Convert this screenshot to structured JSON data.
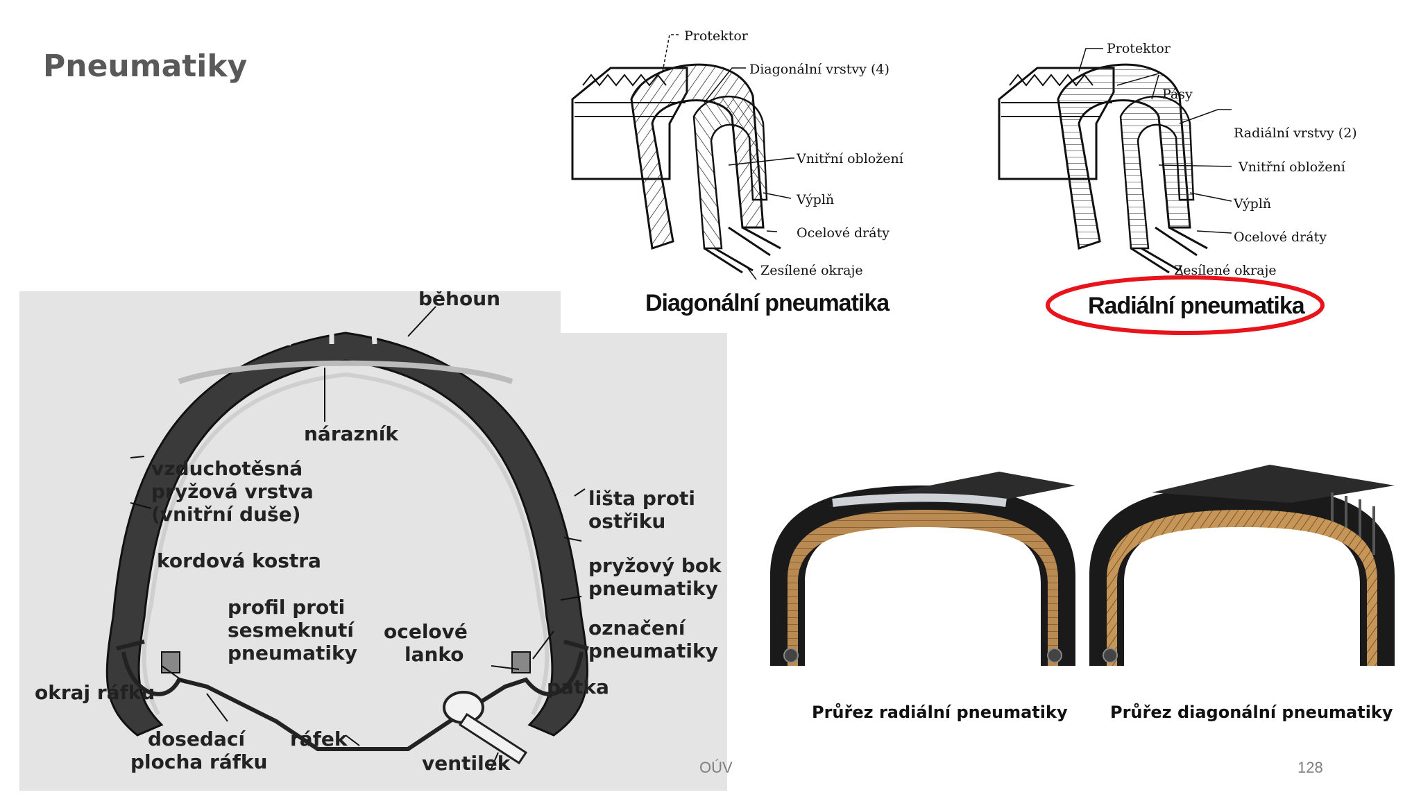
{
  "slide": {
    "title": "Pneumatiky",
    "footer_left": "OÚV",
    "page_number": "128"
  },
  "top_diagram": {
    "left": {
      "caption": "Diagonální pneumatika",
      "labels": [
        "Protektor",
        "Diagonální vrstvy (4)",
        "Vnitřní obložení",
        "Výplň",
        "Ocelové dráty",
        "Zesílené okraje"
      ]
    },
    "right": {
      "caption": "Radiální pneumatika",
      "labels": [
        "Protektor",
        "Pásy",
        "Radiální vrstvy (2)",
        "Vnitřní obložení",
        "Výplň",
        "Ocelové dráty",
        "Zesílené okraje"
      ],
      "highlight_color": "#e8141b"
    }
  },
  "cross_section": {
    "labels": {
      "behoun": "běhoun",
      "naraznik": "nárazník",
      "vzduchotesna_1": "vzduchotěsná",
      "vzduchotesna_2": "pryžová vrstva",
      "vzduchotesna_3": "(vnitřní duše)",
      "kordova": "kordová kostra",
      "profil_1": "profil proti",
      "profil_2": "sesmeknutí",
      "profil_3": "pneumatiky",
      "okraj": "okraj ráfku",
      "dosedaci_1": "dosedací",
      "dosedaci_2": "plocha ráfku",
      "rafek": "ráfek",
      "ocelove_1": "ocelové",
      "ocelove_2": "lanko",
      "ventilek": "ventilek",
      "patka": "patka",
      "lista_1": "lišta proti",
      "lista_2": "ostřiku",
      "bok_1": "pryžový bok",
      "bok_2": "pneumatiky",
      "oznaceni_1": "označení",
      "oznaceni_2": "pneumatiky"
    }
  },
  "bottom_diagram": {
    "captions": [
      "Průřez radiální pneumatiky",
      "Průřez diagonální pneumatiky"
    ]
  }
}
